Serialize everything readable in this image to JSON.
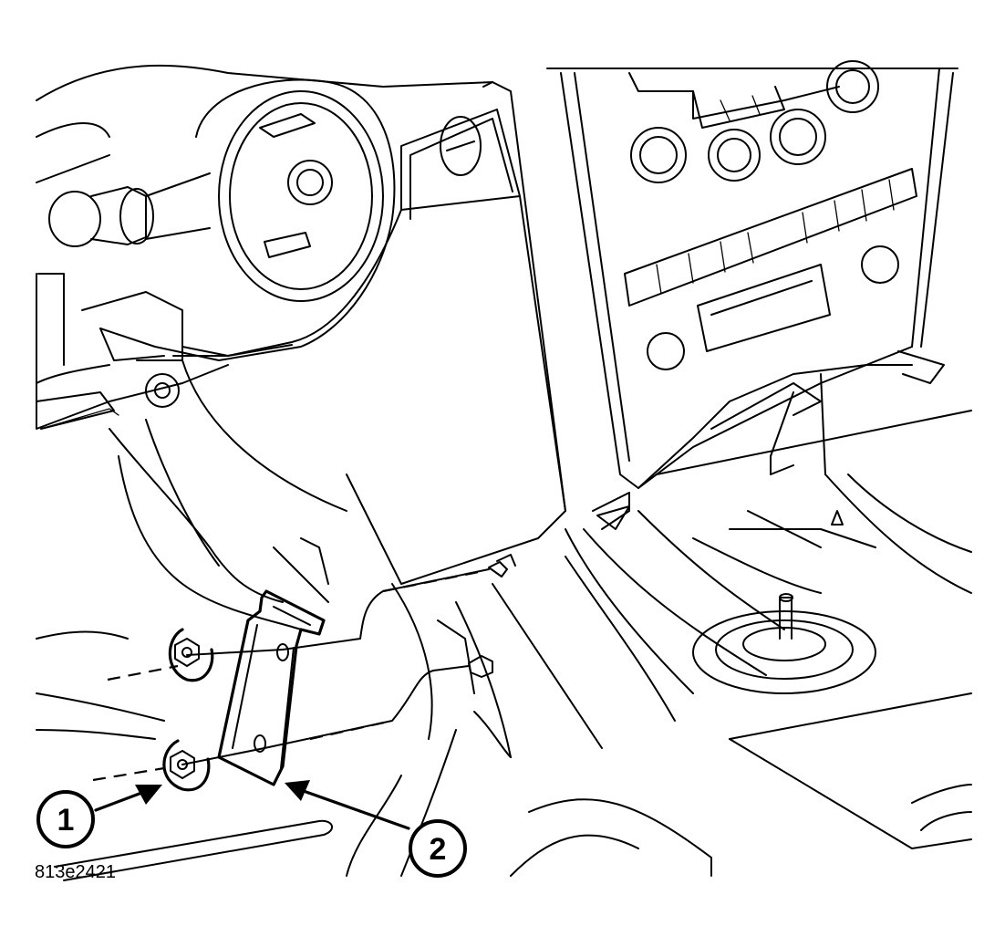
{
  "figure": {
    "id_label": "813e2421",
    "callouts": [
      {
        "number": "1",
        "target": "nut"
      },
      {
        "number": "2",
        "target": "bracket"
      }
    ]
  },
  "colors": {
    "line": "#000000",
    "background": "#ffffff"
  },
  "icons": [
    "arrow-icon"
  ]
}
